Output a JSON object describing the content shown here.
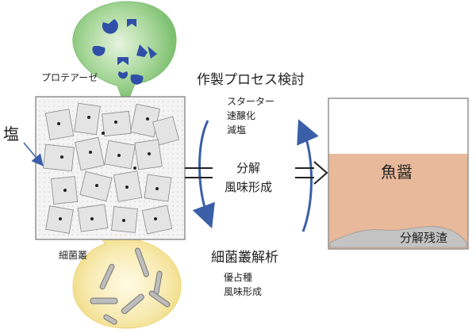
{
  "labels": {
    "protease": "プロテアーゼ",
    "salt": "塩",
    "bacteria_cluster": "細菌叢",
    "process_title": "作製プロセス検討",
    "process_items": [
      "スターター",
      "速醸化",
      "減塩"
    ],
    "center_line1": "分解",
    "center_line2": "風味形成",
    "analysis_title": "細菌叢解析",
    "analysis_items": [
      "優占種",
      "風味形成"
    ],
    "fish_sauce": "魚醤",
    "residue": "分解残渣"
  },
  "colors": {
    "protease_bubble": "#7fbf72",
    "protease_bubble_light": "#d4ecc9",
    "enzyme_blue": "#2f4fa8",
    "bacteria_bubble": "#f1df86",
    "bacteria_bubble_light": "#fdf7d8",
    "container_border": "#777777",
    "fragment_fill": "#e4e4e4",
    "arrow_blue": "#3a5fa8",
    "fish_sauce_fill": "#e8b99a",
    "residue_fill": "#c4c4c4"
  },
  "icons": {
    "enzyme": "pac-shaped-enzyme-icon",
    "salt_pointer": "salt-arrow-icon",
    "process_arrow": "open-right-arrow-icon"
  }
}
